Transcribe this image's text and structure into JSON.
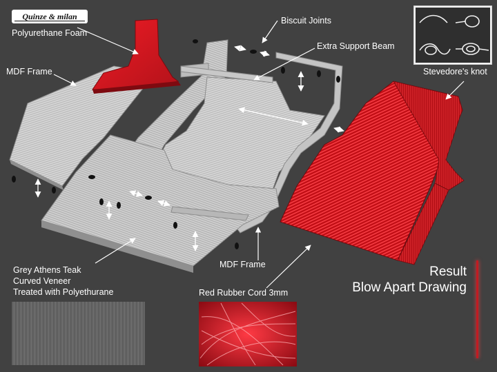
{
  "brand": {
    "logo_text": "Quinze & milan"
  },
  "labels": {
    "polyurethane_foam": "Polyurethane Foam",
    "biscuit_joints": "Biscuit Joints",
    "extra_support_beam": "Extra Support Beam",
    "mdf_frame_top": "MDF Frame",
    "stevedores_knot": "Stevedore's knot",
    "mdf_frame_bottom": "MDF Frame",
    "veneer_line1": "Grey Athens Teak",
    "veneer_line2": "Curved Veneer",
    "veneer_line3": "Treated with Polyethurane",
    "red_rubber_cord": "Red Rubber Cord 3mm"
  },
  "result": {
    "line1": "Result",
    "line2": "Blow Apart Drawing"
  },
  "colors": {
    "background": "#414141",
    "wood": "#c9c9c9",
    "wood_dark": "#9a9a9a",
    "red": "#d9141c",
    "red_dark": "#8e0a10",
    "text": "#ffffff",
    "accent_bar": "#c21b22"
  }
}
